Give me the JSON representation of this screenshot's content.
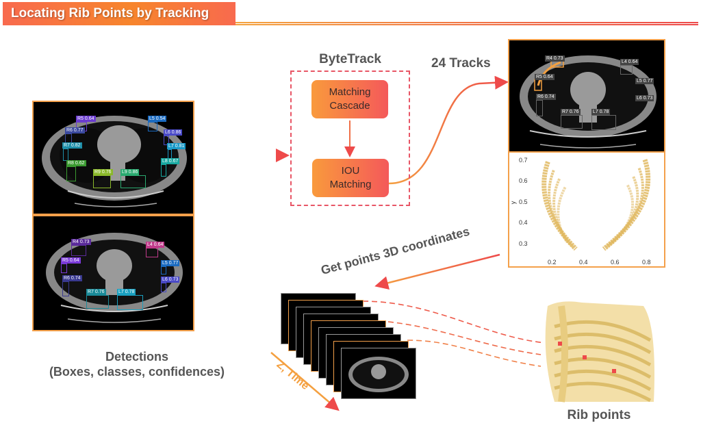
{
  "title": "Locating Rib Points by Tracking",
  "detections": {
    "caption_line1": "Detections",
    "caption_line2": "(Boxes,  classes, confidences)",
    "frame1_labels": [
      {
        "text": "R5 0.64",
        "color": "#6a3bd0"
      },
      {
        "text": "R6 0.77",
        "color": "#3b4aa0"
      },
      {
        "text": "R7 0.82",
        "color": "#1e8ea8"
      },
      {
        "text": "R8 0.62",
        "color": "#3a9a30"
      },
      {
        "text": "R9 0.76",
        "color": "#8ab82a"
      },
      {
        "text": "L9 0.86",
        "color": "#2aaa70"
      },
      {
        "text": "L5 0.54",
        "color": "#1a6ac0"
      },
      {
        "text": "L6 0.86",
        "color": "#4a4ac8"
      },
      {
        "text": "L7 0.81",
        "color": "#1a9ac8"
      },
      {
        "text": "L8 0.67",
        "color": "#18a8a0"
      }
    ],
    "frame2_labels": [
      {
        "text": "R4 0.73",
        "color": "#5a2a9a"
      },
      {
        "text": "R5 0.64",
        "color": "#7a3ad8"
      },
      {
        "text": "R6 0.74",
        "color": "#3a3a90"
      },
      {
        "text": "R7 0.76",
        "color": "#1a8a98"
      },
      {
        "text": "L7 0.78",
        "color": "#1aa0c0"
      },
      {
        "text": "L4 0.64",
        "color": "#c03a8a"
      },
      {
        "text": "L5 0.77",
        "color": "#1a6ac0"
      },
      {
        "text": "L6 0.73",
        "color": "#4a4ac8"
      }
    ]
  },
  "bytetrack": {
    "title": "ByteTrack",
    "step1_line1": "Matching",
    "step1_line2": "Cascade",
    "step2_line1": "IOU",
    "step2_line2": "Matching"
  },
  "tracks": {
    "title": "24 Tracks",
    "labels": [
      "R4 0.73",
      "R5 0.64",
      "R6 0.74",
      "R7 0.76",
      "L7 0.78",
      "L4 0.64",
      "L5 0.77",
      "L6 0.73"
    ]
  },
  "chart_data": {
    "type": "scatter",
    "title": "",
    "xlabel": "",
    "ylabel": "y",
    "xlim": [
      0.1,
      0.9
    ],
    "ylim": [
      0.25,
      0.72
    ],
    "xticks": [
      "0.2",
      "0.4",
      "0.6",
      "0.8"
    ],
    "yticks": [
      "0.7",
      "0.6",
      "0.5",
      "0.4",
      "0.3"
    ],
    "series": [
      {
        "name": "right ribs",
        "color": "#e0b860",
        "shape": "nested arcs",
        "x_range": [
          0.16,
          0.38
        ],
        "y_range": [
          0.28,
          0.69
        ]
      },
      {
        "name": "left ribs",
        "color": "#e0b860",
        "shape": "nested arcs",
        "x_range": [
          0.55,
          0.85
        ],
        "y_range": [
          0.28,
          0.7
        ]
      }
    ]
  },
  "coords_label": "Get points 3D coordinates",
  "stack": {
    "axis_label": "Z, Time",
    "slice_count": 9
  },
  "rib_points": {
    "caption": "Rib points",
    "point_color": "#ee4a4a"
  },
  "colors": {
    "accent_orange": "#f7852c",
    "accent_red": "#ee4a4a",
    "text_gray": "#555555",
    "bone": "#e8c878"
  }
}
